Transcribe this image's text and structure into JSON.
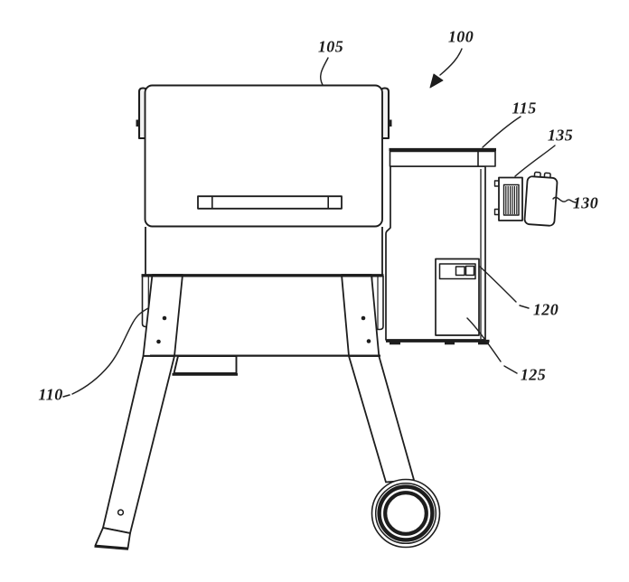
{
  "figure": {
    "background_color": "#ffffff",
    "line_color": "#1d1d1d",
    "reference_labels": [
      {
        "ref": "100"
      },
      {
        "ref": "105"
      },
      {
        "ref": "110"
      },
      {
        "ref": "115"
      },
      {
        "ref": "120"
      },
      {
        "ref": "125"
      },
      {
        "ref": "130"
      },
      {
        "ref": "135"
      }
    ]
  }
}
